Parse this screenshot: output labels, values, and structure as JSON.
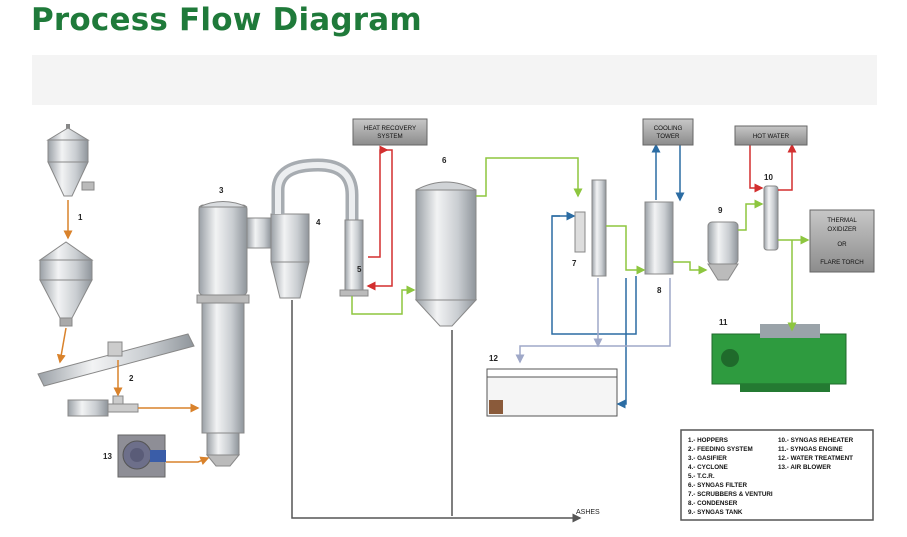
{
  "title": "Process Flow Diagram",
  "boxes": {
    "heat_recovery": [
      "HEAT RECOVERY",
      "SYSTEM"
    ],
    "cooling_tower": [
      "COOLING",
      "TOWER"
    ],
    "hot_water": [
      "HOT WATER"
    ],
    "thermal": [
      "THERMAL",
      "OXIDIZER",
      "OR",
      "FLARE TORCH"
    ]
  },
  "numbers": [
    "1",
    "2",
    "3",
    "4",
    "5",
    "6",
    "7",
    "8",
    "9",
    "10",
    "11",
    "12",
    "13"
  ],
  "ashes_label": "ASHES",
  "legend": {
    "col1": [
      "1.- HOPPERS",
      "2.- FEEDING  SYSTEM",
      "3.- GASIFIER",
      "4.- CYCLONE",
      "5.- T.C.R.",
      "6.- SYNGAS FILTER",
      "7.- SCRUBBERS & VENTURI",
      "8.- CONDENSER",
      "9.- SYNGAS TANK"
    ],
    "col2": [
      "10.- SYNGAS REHEATER",
      "11.- SYNGAS ENGINE",
      "12.- WATER TREATMENT",
      "13.- AIR BLOWER"
    ]
  },
  "colors": {
    "title": "#1f7a3a",
    "green_line": "#8dc63f",
    "red_line": "#d32f2f",
    "blue_line": "#2b6ca3",
    "orange_line": "#d9822b",
    "engine": "#2e9b3f"
  }
}
